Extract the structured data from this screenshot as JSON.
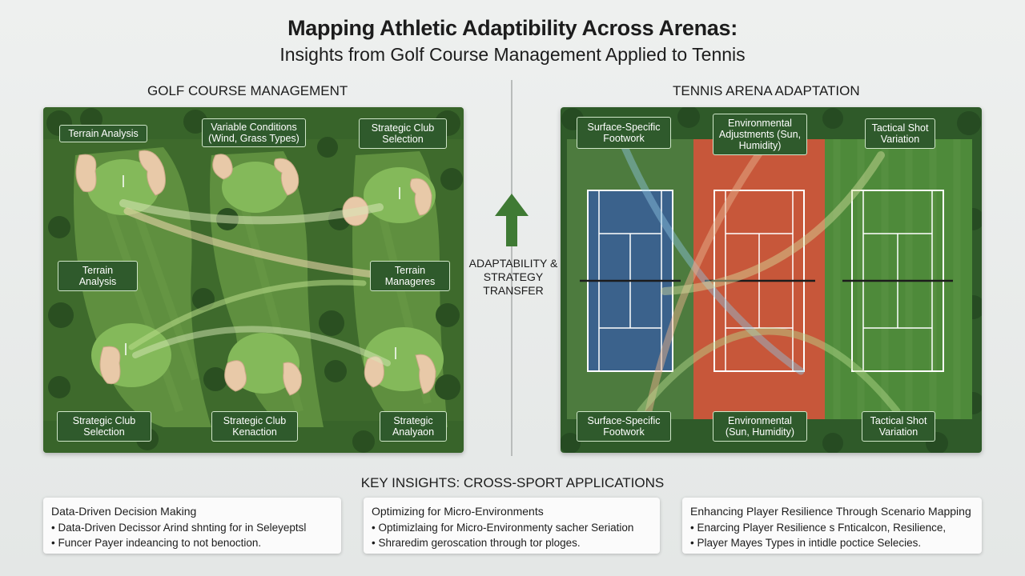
{
  "title": "Mapping Athletic Adaptibility Across Arenas:",
  "subtitle": "Insights from Golf Course Management Applied to Tennis",
  "golf": {
    "heading": "GOLF COURSE MANAGEMENT",
    "labels": [
      "Terrain Analysis",
      "Variable Conditions (Wind, Grass Types)",
      "Strategic Club Selection",
      "Terrain Analysis",
      "Terrain Manageres",
      "Strategic Club Selection",
      "Strategic Club Kenaction",
      "Strategic Analyaon"
    ]
  },
  "tennis": {
    "heading": "TENNIS ARENA ADAPTATION",
    "labels": [
      "Surface-Specific Footwork",
      "Environmental Adjustments (Sun, Humidity)",
      "Tactical Shot Variation",
      "Surface-Specific Footwork",
      "Environmental (Sun, Humidity)",
      "Tactical Shot Variation"
    ]
  },
  "center": {
    "label": "ADAPTABILITY & STRATEGY TRANSFER",
    "icon": "up-arrow-icon",
    "arrow_color": "#3f7a34"
  },
  "insights": {
    "heading": "KEY INSIGHTS: CROSS-SPORT APPLICATIONS",
    "cards": [
      {
        "title": "Data-Driven Decision Making",
        "bullets": [
          "Data-Driven Decissor Arind shnting for in Seleyeptsl",
          "Funcer Payer indeancing to not benoction."
        ]
      },
      {
        "title": "Optimizing for Micro-Environments",
        "bullets": [
          "Optimizlaing for Micro-Environmenty sacher Seriation",
          "Shraredim geroscation through tor ploges."
        ]
      },
      {
        "title": "Enhancing Player Resilience Through Scenario Mapping",
        "bullets": [
          "Enarcing Player Resilience s Fnticalcon, Resilience,",
          "Player Mayes Types in intidle poctice Selecies."
        ]
      }
    ]
  },
  "colors": {
    "fairway": "#4a7a34",
    "green": "#7fb552",
    "bunker": "#e8c9a8",
    "hard_court": "#3b628c",
    "clay_court": "#c7573a",
    "grass_court": "#4e8a3a",
    "label_bg": "#2f5a2c"
  }
}
